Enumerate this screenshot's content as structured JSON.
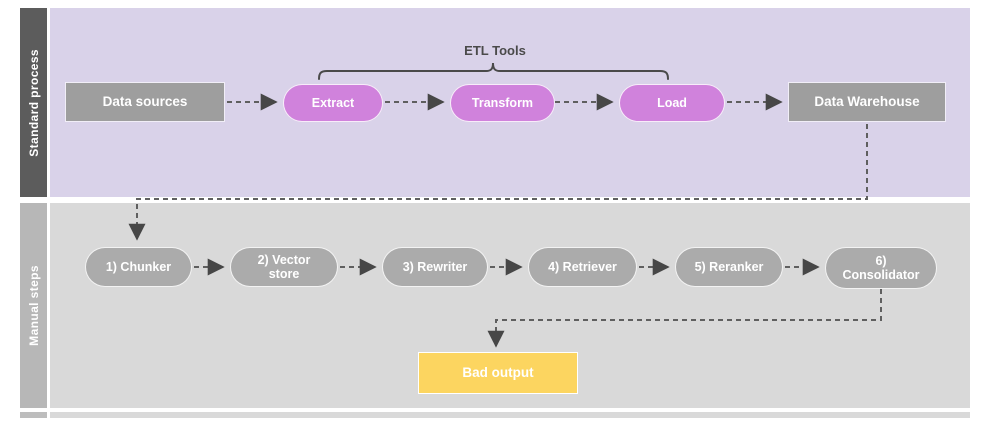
{
  "lanes": {
    "standard": {
      "label": "Standard process"
    },
    "manual": {
      "label": "Manual steps"
    }
  },
  "etl": {
    "group_label": "ETL Tools",
    "data_sources": "Data sources",
    "extract": "Extract",
    "transform": "Transform",
    "load": "Load",
    "data_warehouse": "Data Warehouse"
  },
  "manual": {
    "chunker": "1) Chunker",
    "vector_store": "2) Vector store",
    "rewriter": "3) Rewriter",
    "retriever": "4) Retriever",
    "reranker": "5) Reranker",
    "consolidator": "6) Consolidator",
    "bad_output": "Bad output"
  },
  "colors": {
    "standard_lane_bg": "#d9d2e9",
    "standard_lane_bar": "#5c5c5c",
    "manual_lane_bg": "#d9d9d9",
    "manual_lane_bar": "#b7b7b7",
    "process_box": "#9e9e9e",
    "etl_pill": "#d082dc",
    "manual_pill": "#ababab",
    "bad_output_box": "#fcd560",
    "connector": "#5f5f5f",
    "label_text": "#ffffff",
    "group_label_text": "#4a4a4a"
  }
}
